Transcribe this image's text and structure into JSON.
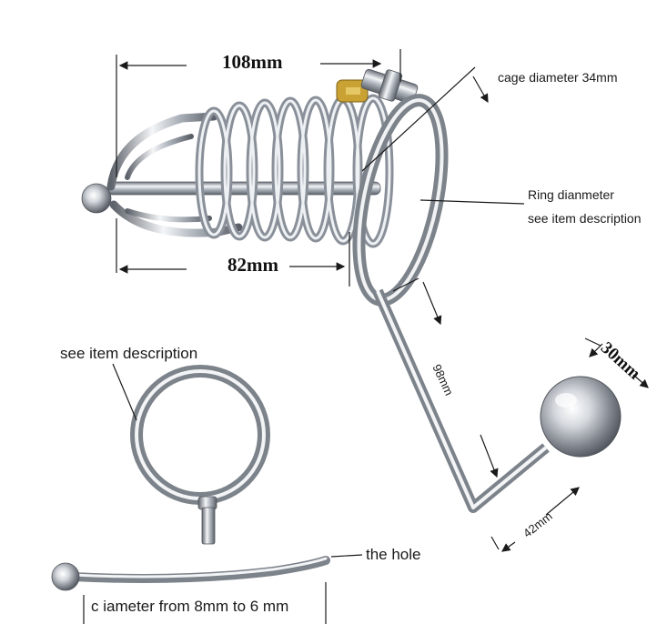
{
  "labels": {
    "dim_length_total": "108mm",
    "dim_length_cage": "82mm",
    "cage_diameter": "cage diameter 34mm",
    "ring_diameter_line1": "Ring dianmeter",
    "ring_diameter_line2": "see item description",
    "rod_length": "98mm",
    "ball_diameter": "30mm",
    "hook_segment": "42mm",
    "ring_note": "see item description",
    "tube_hole": "the hole",
    "tube_diameter": "c iameter from 8mm to 6 mm"
  },
  "colors": {
    "background": "#ffffff",
    "metal_light": "#f2f4f6",
    "metal_mid": "#b8bec6",
    "metal_dark": "#6b7079",
    "line": "#1a1a1a",
    "lock": "#c9a233"
  }
}
